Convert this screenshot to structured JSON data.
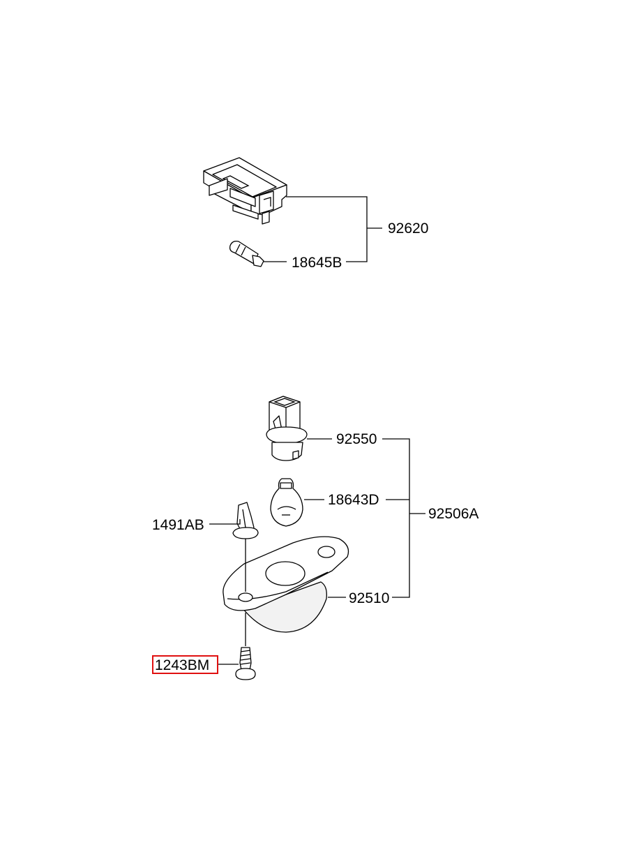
{
  "labels": {
    "p92620": "92620",
    "p18645B": "18645B",
    "p92550": "92550",
    "p18643D": "18643D",
    "p92506A": "92506A",
    "p1491AB": "1491AB",
    "p92510": "92510",
    "p1243BM": "1243BM"
  },
  "highlight": {
    "part": "1243BM",
    "color": "#e01010"
  }
}
